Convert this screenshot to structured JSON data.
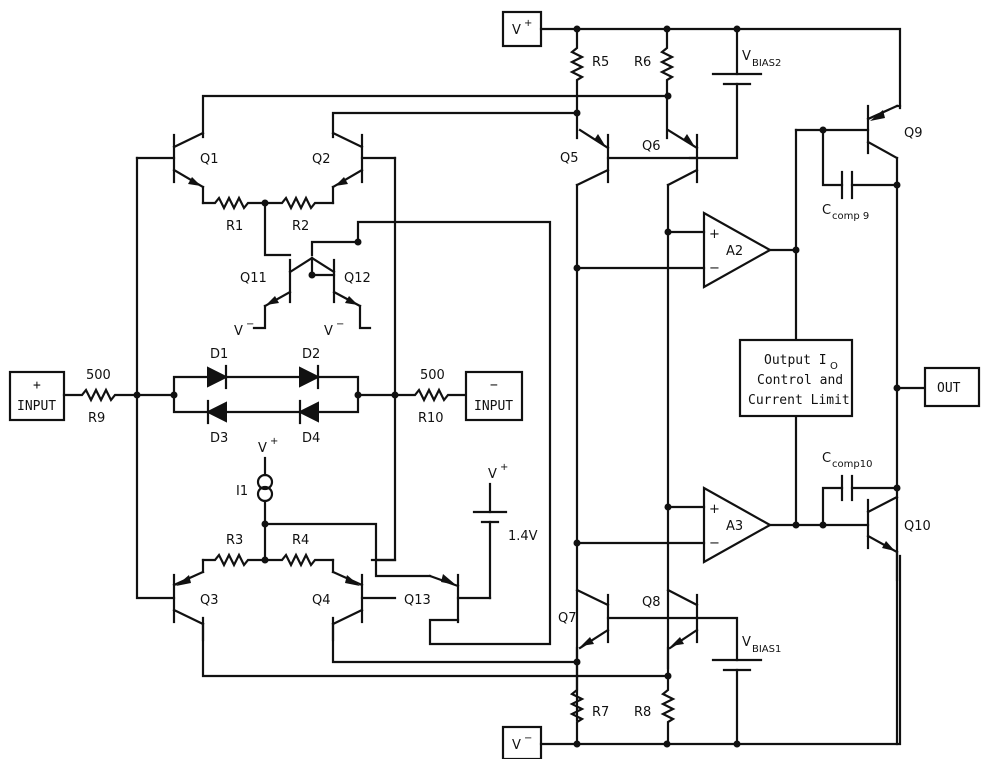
{
  "terminals": {
    "vplus": "V",
    "vplus_sup": "+",
    "vminus": "V",
    "vminus_sup": "−",
    "plus_input_sign": "+",
    "plus_input_label": "INPUT",
    "minus_input_sign": "−",
    "minus_input_label": "INPUT",
    "out": "OUT"
  },
  "resistors": {
    "R1": "R1",
    "R2": "R2",
    "R3": "R3",
    "R4": "R4",
    "R5": "R5",
    "R6": "R6",
    "R7": "R7",
    "R8": "R8",
    "R9": "R9",
    "R10": "R10",
    "r9_value": "500",
    "r10_value": "500"
  },
  "transistors": {
    "Q1": "Q1",
    "Q2": "Q2",
    "Q3": "Q3",
    "Q4": "Q4",
    "Q5": "Q5",
    "Q6": "Q6",
    "Q7": "Q7",
    "Q8": "Q8",
    "Q9": "Q9",
    "Q10": "Q10",
    "Q11": "Q11",
    "Q12": "Q12",
    "Q13": "Q13"
  },
  "diodes": {
    "D1": "D1",
    "D2": "D2",
    "D3": "D3",
    "D4": "D4"
  },
  "sources": {
    "I1": "I1",
    "vbias2": "V",
    "vbias2_sub": "BIAS2",
    "vbias1": "V",
    "vbias1_sub": "BIAS1",
    "battery": "1.4V",
    "local_vplus": "V",
    "local_vplus_sup": "+",
    "local_vminus": "V",
    "local_vminus_sup": "−"
  },
  "amplifiers": {
    "A2": "A2",
    "A3": "A3",
    "plus": "+",
    "minus": "−"
  },
  "capacitors": {
    "ccomp9": "C",
    "ccomp9_sub": "comp 9",
    "ccomp10": "C",
    "ccomp10_sub": "comp10"
  },
  "control_block": {
    "line1": "Output I",
    "line1_sub": "O",
    "line2": "Control and",
    "line3": "Current Limit"
  }
}
